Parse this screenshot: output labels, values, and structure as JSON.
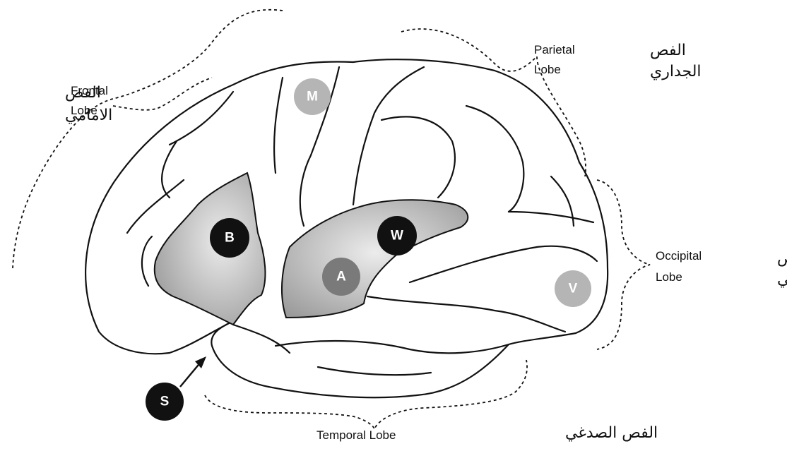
{
  "lobes": {
    "frontal": {
      "en_line1": "Frontal",
      "en_line2": "Lobe",
      "ar_line1": "الفص",
      "ar_line2": "الامامي"
    },
    "parietal": {
      "en_line1": "Parietal",
      "en_line2": "Lobe",
      "ar_line1": "الفص",
      "ar_line2": "الجداري"
    },
    "occipital": {
      "en_line1": "Occipital",
      "en_line2": "Lobe",
      "ar_line1": "الفص",
      "ar_line2": "القذالي"
    },
    "temporal": {
      "en": "Temporal Lobe",
      "ar": "الفص الصدغي"
    }
  },
  "markers": {
    "M": {
      "label": "M",
      "color": "#b5b5b5"
    },
    "B": {
      "label": "B",
      "color": "#111111"
    },
    "W": {
      "label": "W",
      "color": "#111111"
    },
    "A": {
      "label": "A",
      "color": "#7a7a7a"
    },
    "V": {
      "label": "V",
      "color": "#b5b5b5"
    },
    "S": {
      "label": "S",
      "color": "#111111"
    }
  },
  "colors": {
    "outline": "#111111",
    "shaded_region": "#a9a9a9"
  }
}
